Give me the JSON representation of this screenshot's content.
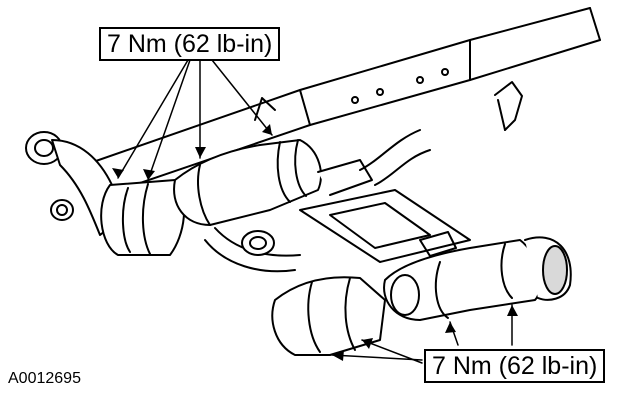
{
  "callouts": {
    "top": "7 Nm (62 lb-in)",
    "bottom": "7 Nm (62 lb-in)"
  },
  "figure_id": "A0012695",
  "colors": {
    "ink": "#000000",
    "paper": "#ffffff",
    "shade": "#d9d9d9"
  }
}
